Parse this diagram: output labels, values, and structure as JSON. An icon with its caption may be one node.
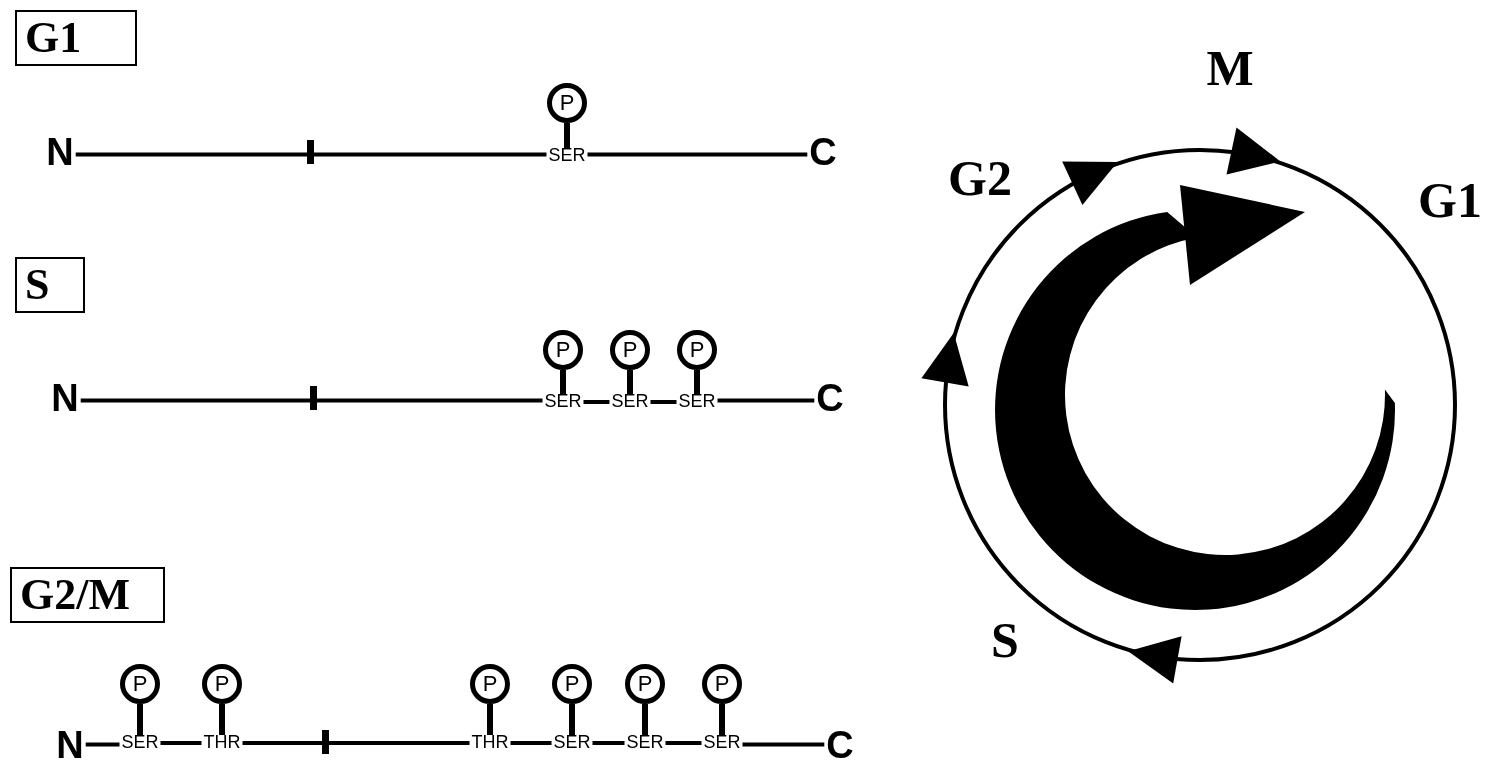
{
  "diagram": {
    "nodes": [
      {
        "text": [
          "G1"
        ]
      },
      {
        "text": [
          "P"
        ]
      },
      {
        "text": [
          "N"
        ]
      },
      {
        "text": [
          "SER"
        ]
      },
      {
        "text": [
          "C"
        ]
      },
      {
        "text": [
          "S"
        ]
      },
      {
        "text": [
          "P"
        ]
      },
      {
        "text": [
          "P"
        ]
      },
      {
        "text": [
          "P"
        ]
      },
      {
        "text": [
          "N"
        ]
      },
      {
        "text": [
          "SER"
        ]
      },
      {
        "text": [
          "SER"
        ]
      },
      {
        "text": [
          "SER"
        ]
      },
      {
        "text": [
          "C"
        ]
      },
      {
        "text": [
          "G2/M"
        ]
      },
      {
        "text": [
          "P"
        ]
      },
      {
        "text": [
          "P"
        ]
      },
      {
        "text": [
          "P"
        ]
      },
      {
        "text": [
          "P"
        ]
      },
      {
        "text": [
          "P"
        ]
      },
      {
        "text": [
          "P"
        ]
      },
      {
        "text": [
          "N"
        ]
      },
      {
        "text": [
          "SER"
        ]
      },
      {
        "text": [
          "THR"
        ]
      },
      {
        "text": [
          "THR"
        ]
      },
      {
        "text": [
          "SER"
        ]
      },
      {
        "text": [
          "SER"
        ]
      },
      {
        "text": [
          "SER"
        ]
      },
      {
        "text": [
          "C"
        ]
      }
    ],
    "edges": [
      {
        "from": 1,
        "to": 3,
        "arrow": "none"
      },
      {
        "from": 6,
        "to": 10,
        "arrow": "none"
      },
      {
        "from": 7,
        "to": 11,
        "arrow": "none"
      },
      {
        "from": 8,
        "to": 12,
        "arrow": "none"
      },
      {
        "from": 15,
        "to": 22,
        "arrow": "none"
      },
      {
        "from": 16,
        "to": 23,
        "arrow": "none"
      },
      {
        "from": 17,
        "to": 24,
        "arrow": "none"
      },
      {
        "from": 18,
        "to": 25,
        "arrow": "none"
      },
      {
        "from": 19,
        "to": 26,
        "arrow": "none"
      },
      {
        "from": 20,
        "to": 27,
        "arrow": "none"
      },
      {
        "from": 2,
        "to": 3,
        "arrow": "none"
      },
      {
        "from": 3,
        "to": 4,
        "arrow": "none"
      },
      {
        "from": 9,
        "to": 10,
        "arrow": "none"
      },
      {
        "from": 10,
        "to": 11,
        "arrow": "none"
      },
      {
        "from": 11,
        "to": 12,
        "arrow": "none"
      },
      {
        "from": 12,
        "to": 13,
        "arrow": "none"
      },
      {
        "from": 21,
        "to": 22,
        "arrow": "none"
      },
      {
        "from": 22,
        "to": 23,
        "arrow": "none"
      },
      {
        "from": 23,
        "to": 24,
        "arrow": "none"
      },
      {
        "from": 24,
        "to": 25,
        "arrow": "none"
      },
      {
        "from": 25,
        "to": 26,
        "arrow": "none"
      },
      {
        "from": 26,
        "to": 27,
        "arrow": "none"
      },
      {
        "from": 27,
        "to": 28,
        "arrow": "none"
      }
    ],
    "labels": [
      "M",
      "G2",
      "G1",
      "S"
    ]
  }
}
